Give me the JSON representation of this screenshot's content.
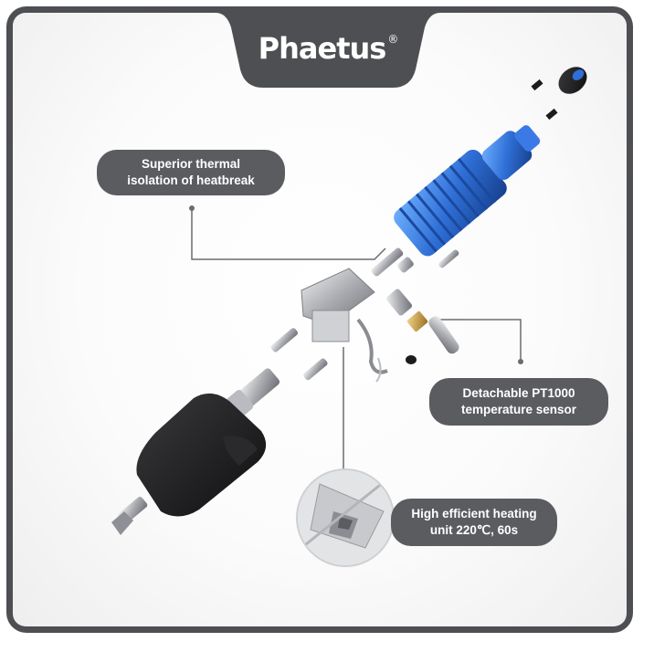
{
  "brand": {
    "logo_text": "Phaetus",
    "registered_mark": "®"
  },
  "callouts": {
    "thermal_isolation": {
      "line1": "Superior thermal",
      "line2": "isolation of heatbreak"
    },
    "sensor": {
      "line1": "Detachable PT1000",
      "line2": "temperature sensor"
    },
    "heating": {
      "line1": "High efficient heating",
      "line2": "unit 220℃, 60s"
    }
  },
  "colors": {
    "frame": "#4e4f52",
    "callout_bg": "#5b5c60",
    "heatsink_blue": "#2f6fd6",
    "nozzle_boot": "#1c1c1e"
  }
}
